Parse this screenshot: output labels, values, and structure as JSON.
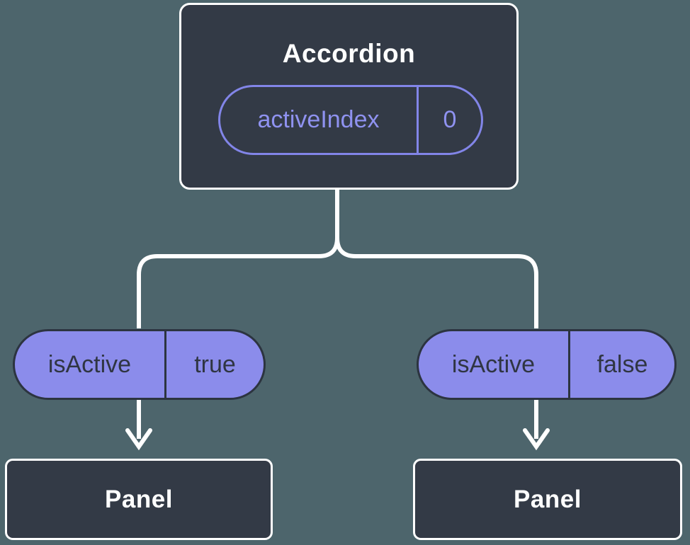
{
  "colors": {
    "bg": "#4d656c",
    "node_fill": "#333a46",
    "node_border": "#ffffff",
    "title_text": "#ffffff",
    "connector": "#ffffff",
    "pill_fill": "#8b8ceb",
    "pill_border": "#2c3440",
    "pill_text": "#2f3542",
    "state_stroke": "#8285e8",
    "state_text": "#8f92f0"
  },
  "diagram": {
    "root": {
      "title": "Accordion",
      "state": {
        "name": "activeIndex",
        "value": "0"
      }
    },
    "props": [
      {
        "name": "isActive",
        "value": "true"
      },
      {
        "name": "isActive",
        "value": "false"
      }
    ],
    "children": [
      {
        "title": "Panel"
      },
      {
        "title": "Panel"
      }
    ]
  }
}
